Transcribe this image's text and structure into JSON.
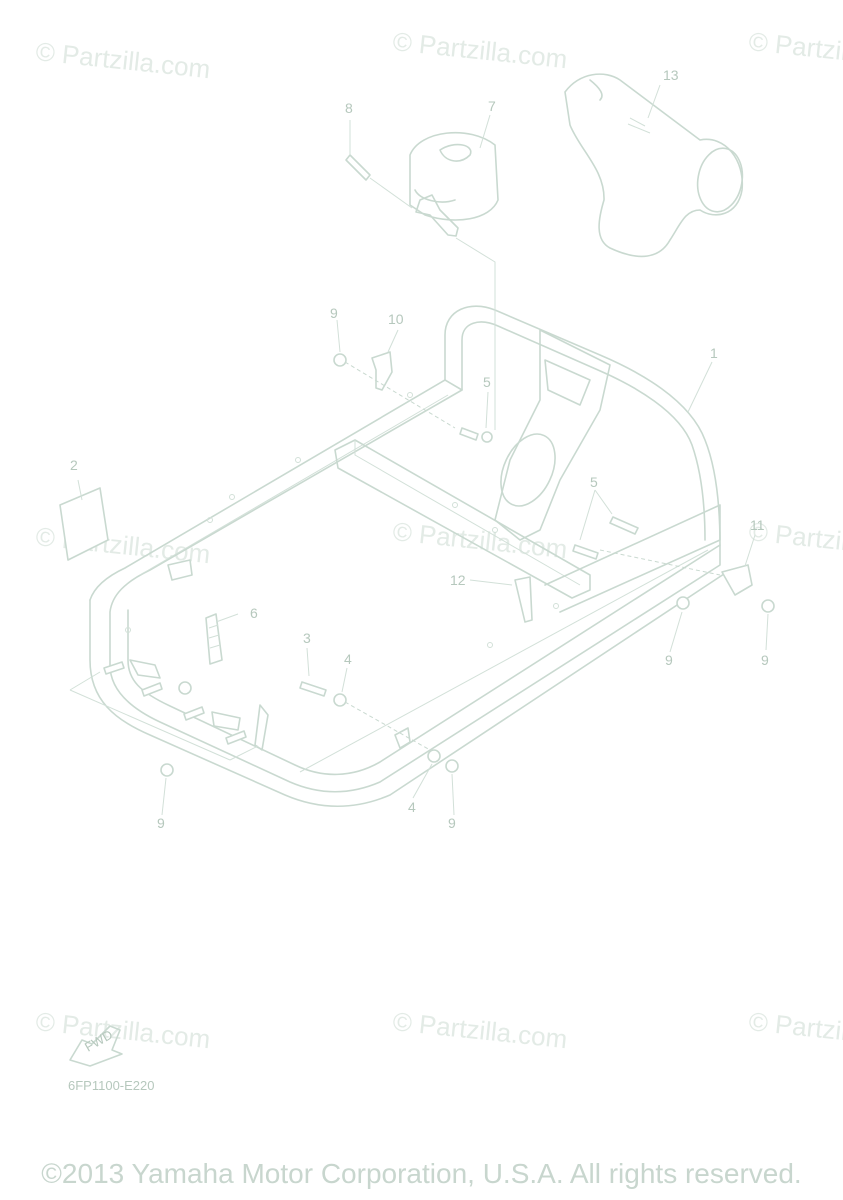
{
  "watermark": "© Partzilla.com",
  "callouts": {
    "frame": "1",
    "label": "2",
    "bolt_3": "3",
    "washer_upper": "4",
    "washer_lower": "4",
    "bolt_5_upper": "5",
    "bolt_5_right": "5",
    "plate_6": "6",
    "cap_7": "7",
    "pin_8": "8",
    "nut_top": "9",
    "nut_right_a": "9",
    "nut_right_b": "9",
    "nut_bottom_left": "9",
    "nut_bottom_mid": "9",
    "bracket_10": "10",
    "bracket_11": "11",
    "holder_12": "12",
    "cover_13": "13"
  },
  "fwd_label": "FWD",
  "diagram_code": "6FP1100-E220",
  "copyright": "©2013 Yamaha Motor Corporation, U.S.A. All rights reserved."
}
